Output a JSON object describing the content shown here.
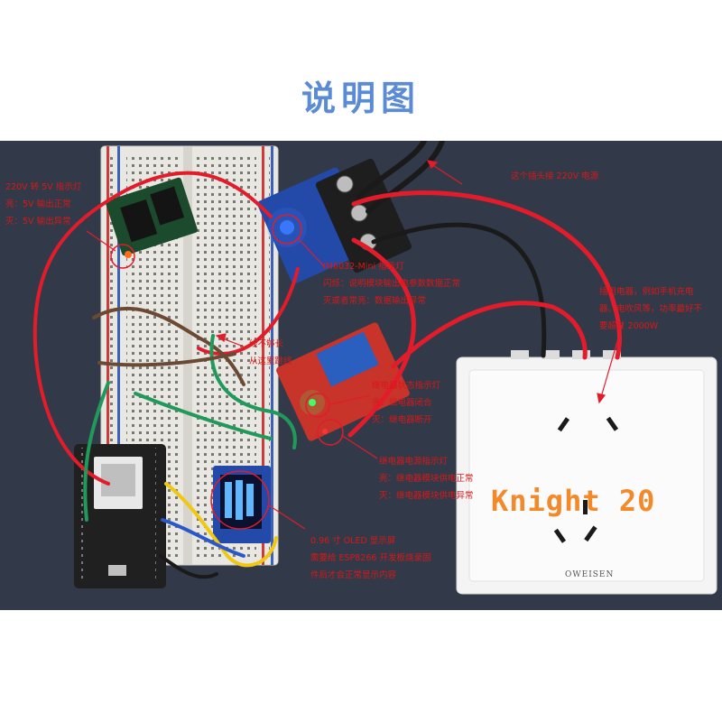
{
  "title": "说明图",
  "annotations": {
    "power_module": [
      "220V 转 5V 指示灯",
      "亮：5V 输出正常",
      "灭：5V 输出异常"
    ],
    "plug": [
      "这个插头接 220V 电源"
    ],
    "meter": [
      "IM6032-Mini 指示灯",
      "闪烁：说明模块输出电参数数据正常",
      "灭或者常亮：数据输出异常"
    ],
    "wire": [
      "线不够长",
      "从这里跳线"
    ],
    "appliance": [
      "插用电器，例如手机充电",
      "器、电吹风等，功率最好不",
      "要超过 2000W"
    ],
    "relay_status": [
      "继电器状态指示灯",
      "亮：继电器闭合",
      "灭：继电器断开"
    ],
    "relay_power": [
      "继电器电源指示灯",
      "亮：继电器模块供电正常",
      "灭：继电器模块供电异常"
    ],
    "oled": [
      "0.96 寸 OLED 显示屏",
      "需要给 ESP8266 开发板烧录固",
      "件后才会正常显示内容"
    ]
  },
  "watermark": "Knight 20",
  "socket_brand": "OWEISEN",
  "colors": {
    "title": "#5b8bd4",
    "annotation": "#d81818",
    "watermark": "#f28a2c",
    "background": "#2f3644",
    "wire_red": "#e21c2a",
    "wire_black": "#1a1a1a",
    "wire_green": "#1f9a5a",
    "wire_brown": "#6b4a34",
    "wire_yellow": "#f0c814",
    "wire_blue": "#2a58c8",
    "board_red": "#c8332a",
    "board_black": "#202020",
    "board_blue": "#234aa8"
  }
}
